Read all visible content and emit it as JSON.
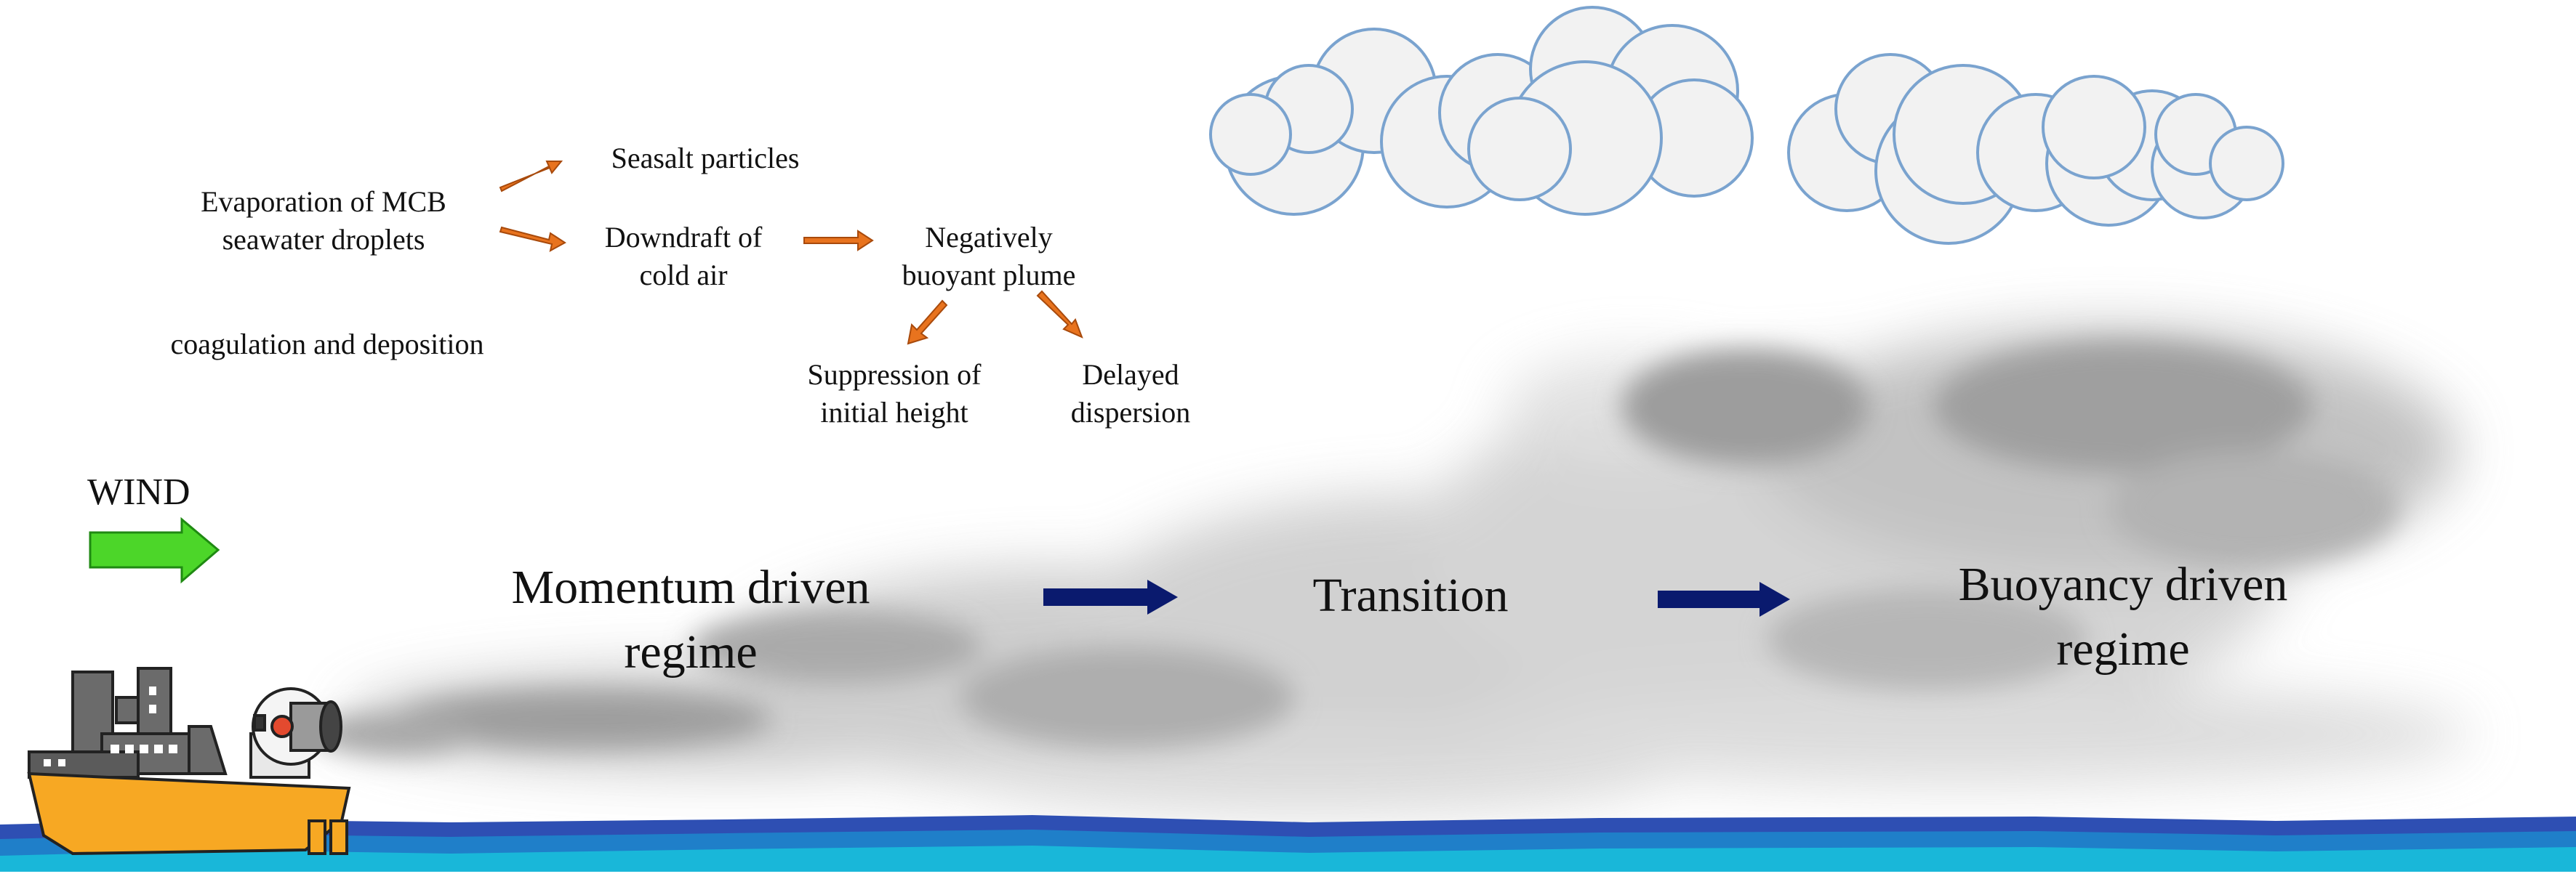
{
  "flow_labels": {
    "evaporation": "Evaporation of MCB\nseawater droplets",
    "seasalt": "Seasalt particles",
    "downdraft": "Downdraft of\ncold air",
    "negative_plume": "Negatively\nbuoyant plume",
    "coagulation": "coagulation and deposition",
    "suppression": "Suppression of\ninitial height",
    "delayed": "Delayed\ndispersion"
  },
  "wind_label": "WIND",
  "regimes": {
    "momentum": "Momentum driven\nregime",
    "transition": "Transition",
    "buoyancy": "Buoyancy driven\nregime"
  },
  "colors": {
    "flow_arrow": "#e8731e",
    "regime_arrow": "#0a1a6e",
    "wind_arrow": "#4cd629",
    "wind_arrow_edge": "#1f8a12",
    "cloud_fill": "#f2f2f2",
    "cloud_edge": "#7aa3cf",
    "sea_top": "#2e4fb3",
    "sea_mid": "#1f7fc9",
    "sea_bottom": "#19b7d9",
    "ship_hull": "#f7a823",
    "ship_cabin": "#5b5b5b",
    "plume": "#808080"
  },
  "icons": [
    "ship-icon",
    "mist-cannon-icon",
    "cloud-icon",
    "smoke-plume-icon",
    "wave-icon"
  ]
}
